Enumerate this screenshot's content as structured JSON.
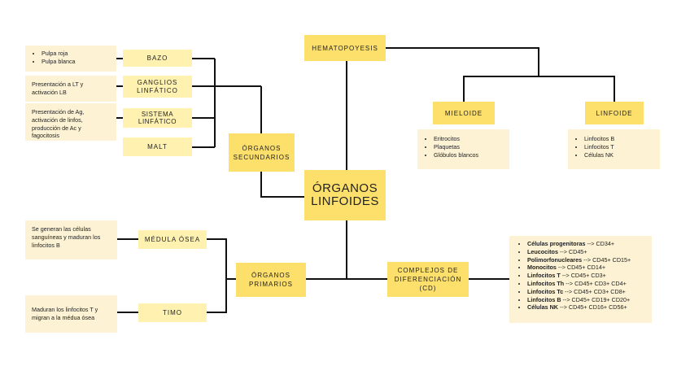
{
  "center": {
    "line1": "ÓRGANOS",
    "line2": "LINFOIDES"
  },
  "hematopoyesis": "HEMATOPOYESIS",
  "mieloide": "MIELOIDE",
  "linfoide": "LINFOIDE",
  "secundarios": {
    "line1": "ÓRGANOS",
    "line2": "SECUNDARIOS"
  },
  "primarios": {
    "line1": "ÓRGANOS",
    "line2": "PRIMARIOS"
  },
  "complejos": {
    "line1": "COMPLEJOS DE",
    "line2": "DIFERENCIACIÓN",
    "line3": "(CD)"
  },
  "bazo": "BAZO",
  "ganglios": {
    "line1": "GANGLIOS",
    "line2": "LINFÁTICO"
  },
  "sistema": "SISTEMA LINFÁTICO",
  "malt": "MALT",
  "medula": "MÉDULA ÓSEA",
  "timo": "TIMO",
  "notes": {
    "bazo_items": [
      "Pulpa roja",
      "Pulpa blanca"
    ],
    "ganglios": "Presentación a LT y activación LB",
    "sistema": "Presentación de Ag, activación de linfos, producción de Ac y fagocitosis",
    "medula": "Se generan las células sanguíneas y maduran los linfocitos B",
    "timo": "Maduran los linfocitos T y migran a la médua ósea",
    "mieloide_items": [
      "Eritrocitos",
      "Plaquetas",
      "Glóbulos blancos"
    ],
    "linfoide_items": [
      "Linfocitos B",
      "Linfocitos T",
      "Células NK"
    ]
  },
  "cd": [
    {
      "name": "Células progenitoras",
      "markers": " --> CD34+"
    },
    {
      "name": "Leucocitos",
      "markers": " --> CD45+"
    },
    {
      "name": "Polimorfonucleares",
      "markers": " --> CD45+ CD15+"
    },
    {
      "name": "Monocitos",
      "markers": " --> CD45+ CD14+"
    },
    {
      "name": "Linfocitos T",
      "markers": " --> CD45+ CD3+"
    },
    {
      "name": "Linfocitos Th",
      "markers": " --> CD45+ CD3+ CD4+"
    },
    {
      "name": "Linfocitos Tc",
      "markers": " --> CD45+ CD3+ CD8+"
    },
    {
      "name": "Linfocitos B",
      "markers": " --> CD45+ CD19+ CD20+"
    },
    {
      "name": "Células NK",
      "markers": " --> CD45+ CD16+ CD56+"
    }
  ]
}
